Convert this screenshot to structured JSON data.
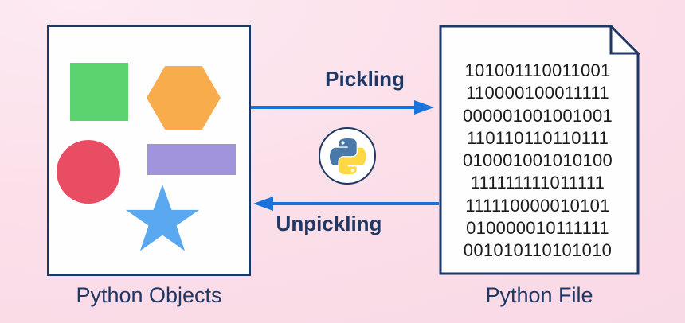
{
  "accent": {
    "navy": "#1E3765",
    "arrow_blue": "#1A72DB",
    "background_pink": "#FBDFE9",
    "card_white": "#FFFEFE",
    "binary_text": "#1B1B1B",
    "logo_blue": "#4879A9",
    "logo_yellow": "#FFD845"
  },
  "left_card": {
    "label": "Python Objects",
    "shapes": [
      {
        "name": "square",
        "color": "#5DD36F"
      },
      {
        "name": "hexagon",
        "color": "#F8AC4C"
      },
      {
        "name": "circle",
        "color": "#E84D63"
      },
      {
        "name": "rectangle",
        "color": "#A294DC"
      },
      {
        "name": "star",
        "color": "#5AA9F0"
      }
    ]
  },
  "process": {
    "pickling_label": "Pickling",
    "unpickling_label": "Unpickling",
    "logo": "python-logo"
  },
  "right_card": {
    "label": "Python File",
    "binary_lines": [
      "101001110011001",
      "110000100011111",
      "000001001001001",
      "110110110110111",
      "010001001010100",
      "111111111011111",
      "111110000010101",
      "010000010111111",
      "001010110101010"
    ]
  }
}
